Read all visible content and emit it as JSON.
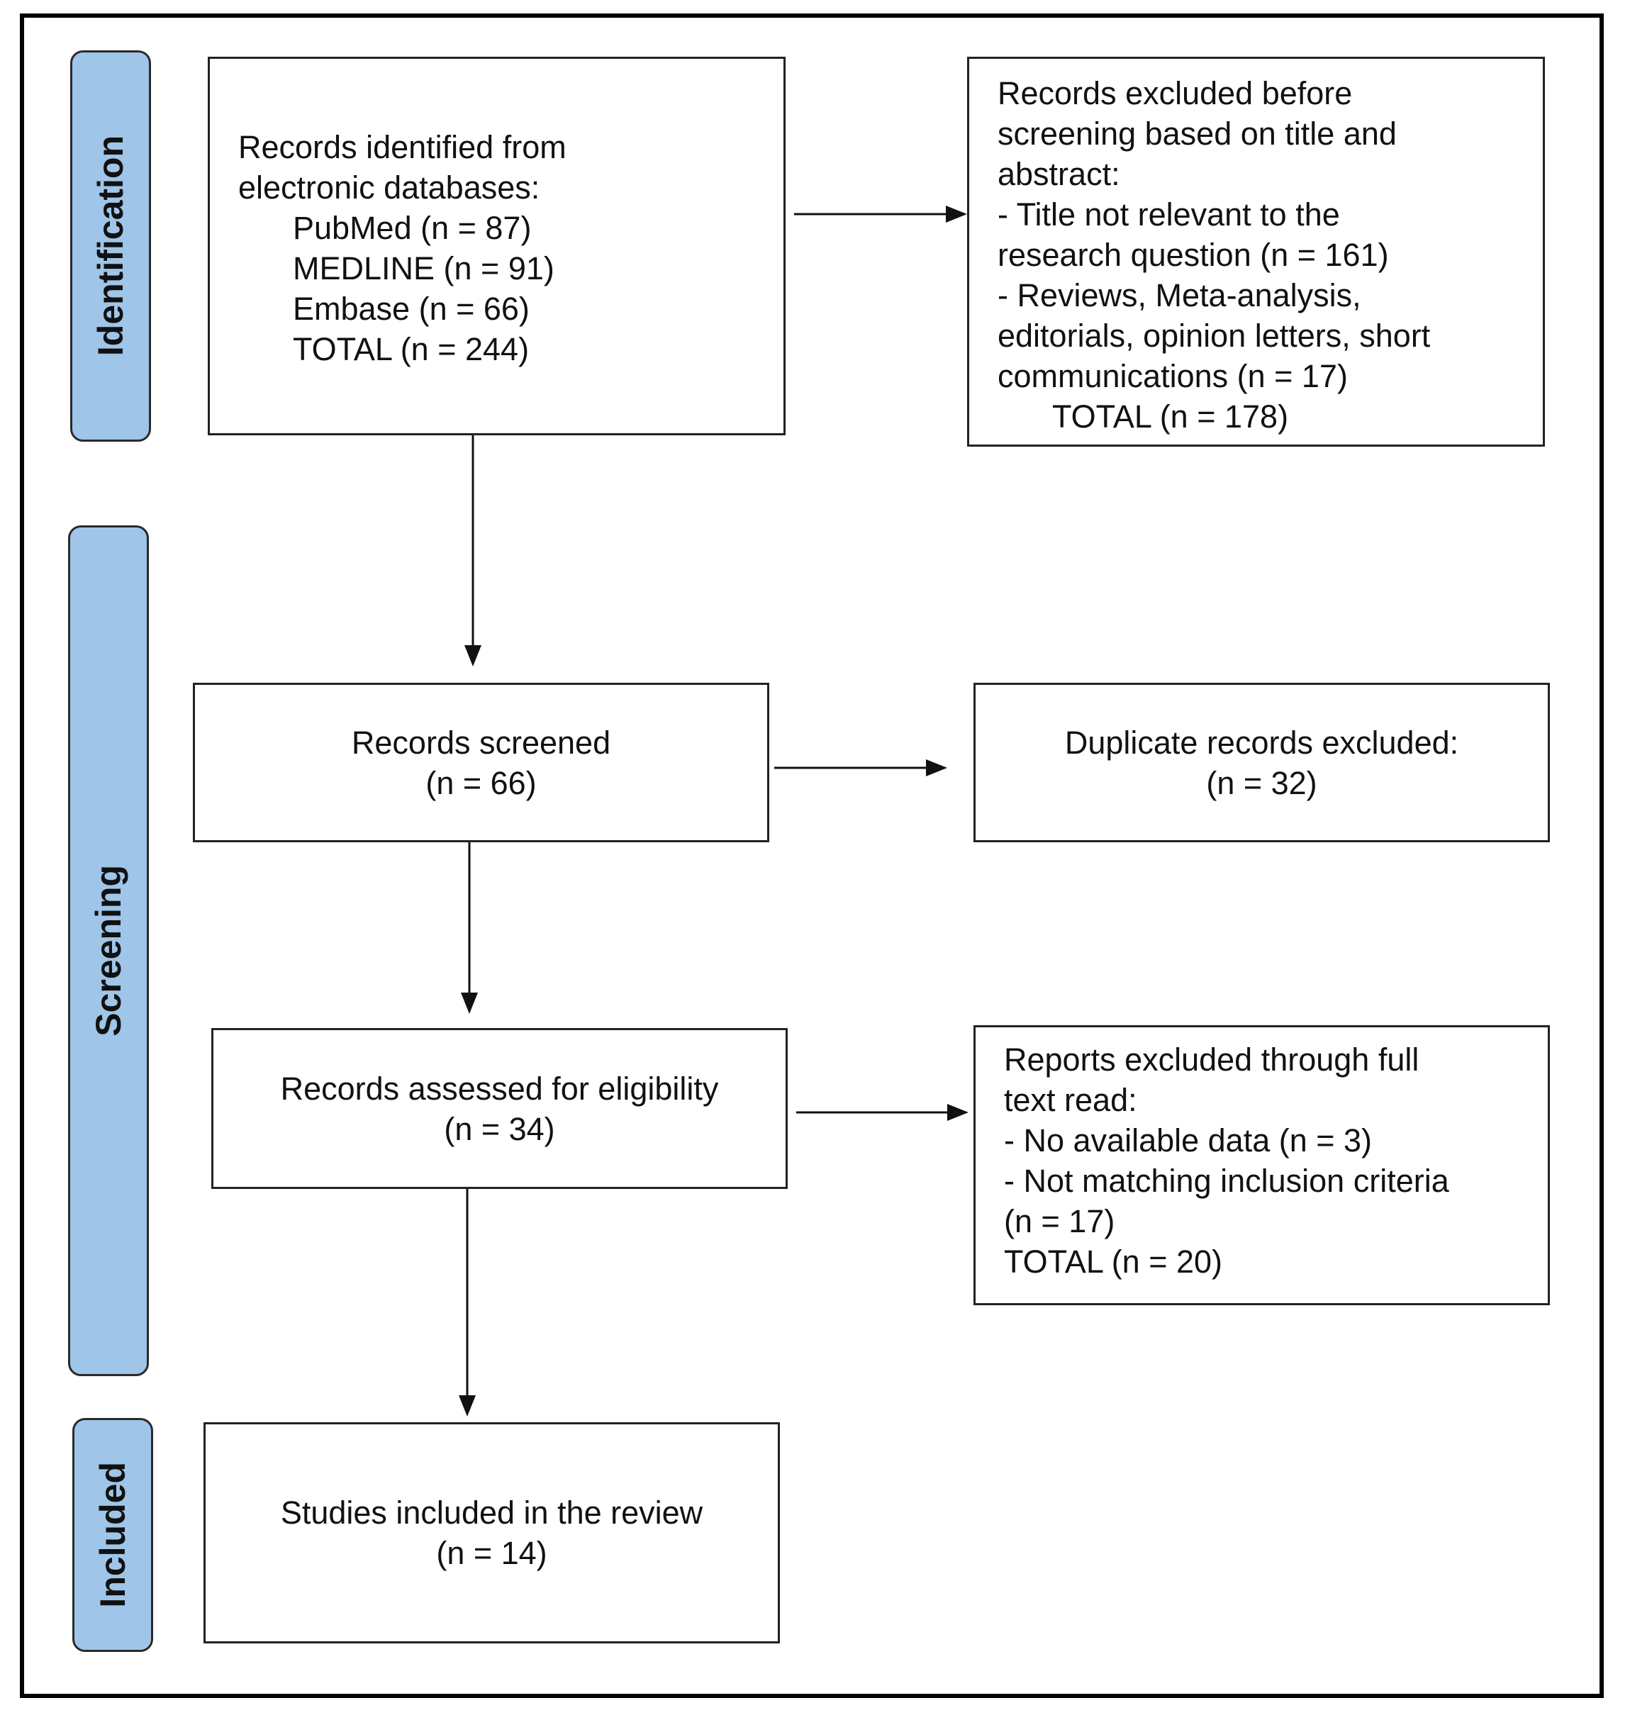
{
  "stages": {
    "identification": "Identification",
    "screening": "Screening",
    "included": "Included"
  },
  "stage_color": "#9fc5e8",
  "boxes": {
    "identified": {
      "lines": [
        {
          "text": "Records identified from",
          "indent": false
        },
        {
          "text": "electronic databases:",
          "indent": false
        },
        {
          "text": "PubMed (n = 87)",
          "indent": true
        },
        {
          "text": "MEDLINE (n = 91)",
          "indent": true
        },
        {
          "text": "Embase (n = 66)",
          "indent": true
        },
        {
          "text": "TOTAL (n = 244)",
          "indent": true
        }
      ]
    },
    "excluded_before_screening": {
      "lines": [
        {
          "text": "Records excluded before",
          "indent": false
        },
        {
          "text": "screening based on title and",
          "indent": false
        },
        {
          "text": "abstract:",
          "indent": false
        },
        {
          "text": "- Title not relevant to the",
          "indent": false
        },
        {
          "text": "research question (n = 161)",
          "indent": false
        },
        {
          "text": "- Reviews, Meta-analysis,",
          "indent": false
        },
        {
          "text": "editorials, opinion letters, short",
          "indent": false
        },
        {
          "text": "communications (n = 17)",
          "indent": false
        },
        {
          "text": "TOTAL (n = 178)",
          "indent": true
        }
      ]
    },
    "screened": {
      "lines": [
        {
          "text": "Records screened",
          "indent": false
        },
        {
          "text": "(n = 66)",
          "indent": false
        }
      ]
    },
    "duplicates": {
      "lines": [
        {
          "text": "Duplicate records excluded:",
          "indent": false
        },
        {
          "text": "(n = 32)",
          "indent": false
        }
      ]
    },
    "eligibility": {
      "lines": [
        {
          "text": "Records assessed for eligibility",
          "indent": false
        },
        {
          "text": "(n = 34)",
          "indent": false
        }
      ]
    },
    "excluded_full_text": {
      "lines": [
        {
          "text": "Reports excluded through full",
          "indent": false
        },
        {
          "text": "text read:",
          "indent": false
        },
        {
          "text": "- No available data (n = 3)",
          "indent": false
        },
        {
          "text": "- Not matching inclusion criteria",
          "indent": false
        },
        {
          "text": "(n = 17)",
          "indent": false
        },
        {
          "text": "TOTAL (n = 20)",
          "indent": false
        }
      ]
    },
    "included": {
      "lines": [
        {
          "text": "Studies included in the review",
          "indent": false
        },
        {
          "text": "(n = 14)",
          "indent": false
        }
      ]
    }
  }
}
